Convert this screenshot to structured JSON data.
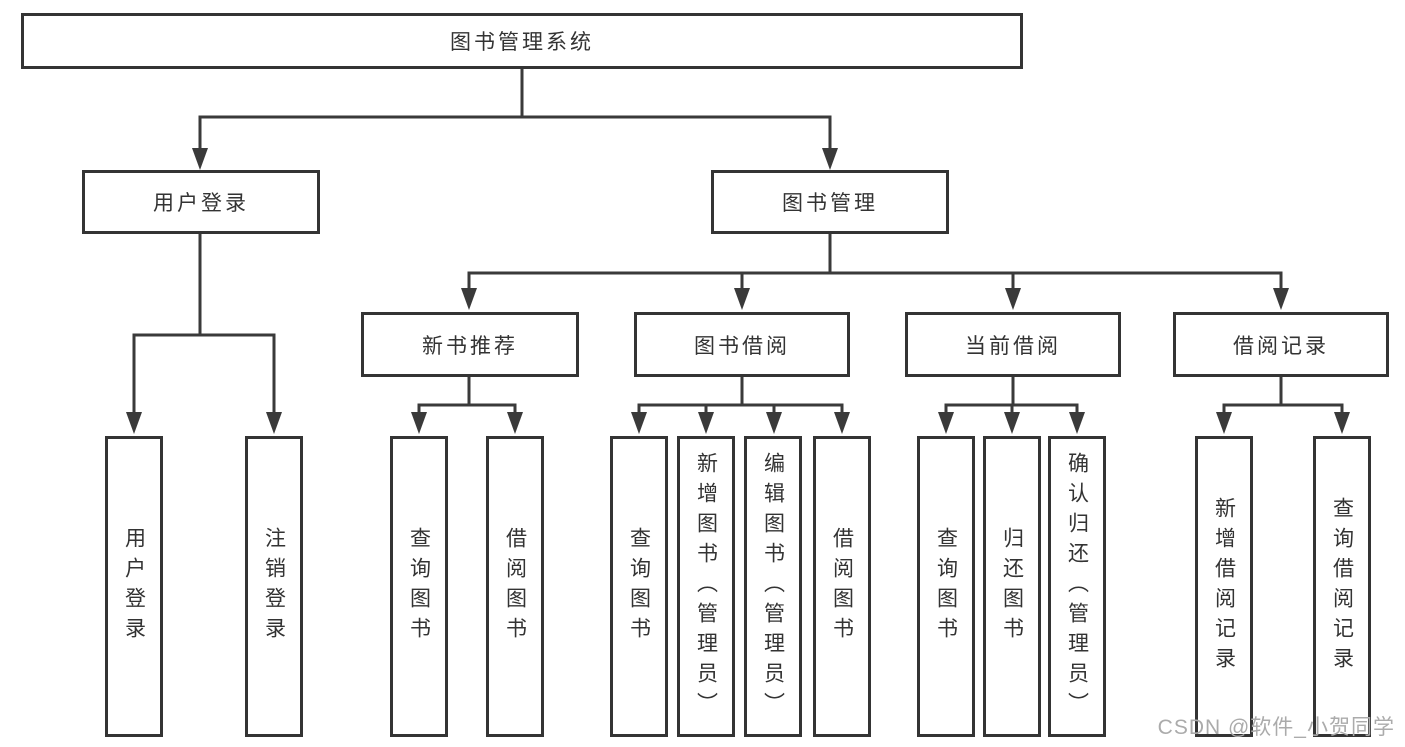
{
  "diagram_type": "functional-structure-tree",
  "colors": {
    "background": "#ffffff",
    "line": "#3a3a3a",
    "box_border": "#343434",
    "text": "#333333",
    "watermark": "#ababab"
  },
  "tree": {
    "root": {
      "label": "图书管理系统"
    },
    "branches": [
      {
        "label": "用户登录",
        "children": [
          {
            "label": "用户登录"
          },
          {
            "label": "注销登录"
          }
        ]
      },
      {
        "label": "图书管理",
        "children": [
          {
            "label": "新书推荐",
            "children": [
              {
                "label": "查询图书"
              },
              {
                "label": "借阅图书"
              }
            ]
          },
          {
            "label": "图书借阅",
            "children": [
              {
                "label": "查询图书"
              },
              {
                "label": "新增图书（管理员）"
              },
              {
                "label": "编辑图书（管理员）"
              },
              {
                "label": "借阅图书"
              }
            ]
          },
          {
            "label": "当前借阅",
            "children": [
              {
                "label": "查询图书"
              },
              {
                "label": "归还图书"
              },
              {
                "label": "确认归还（管理员）"
              }
            ]
          },
          {
            "label": "借阅记录",
            "children": [
              {
                "label": "新增借阅记录"
              },
              {
                "label": "查询借阅记录"
              }
            ]
          }
        ]
      }
    ]
  },
  "watermark": {
    "text": "CSDN @软件_小贺同学"
  }
}
